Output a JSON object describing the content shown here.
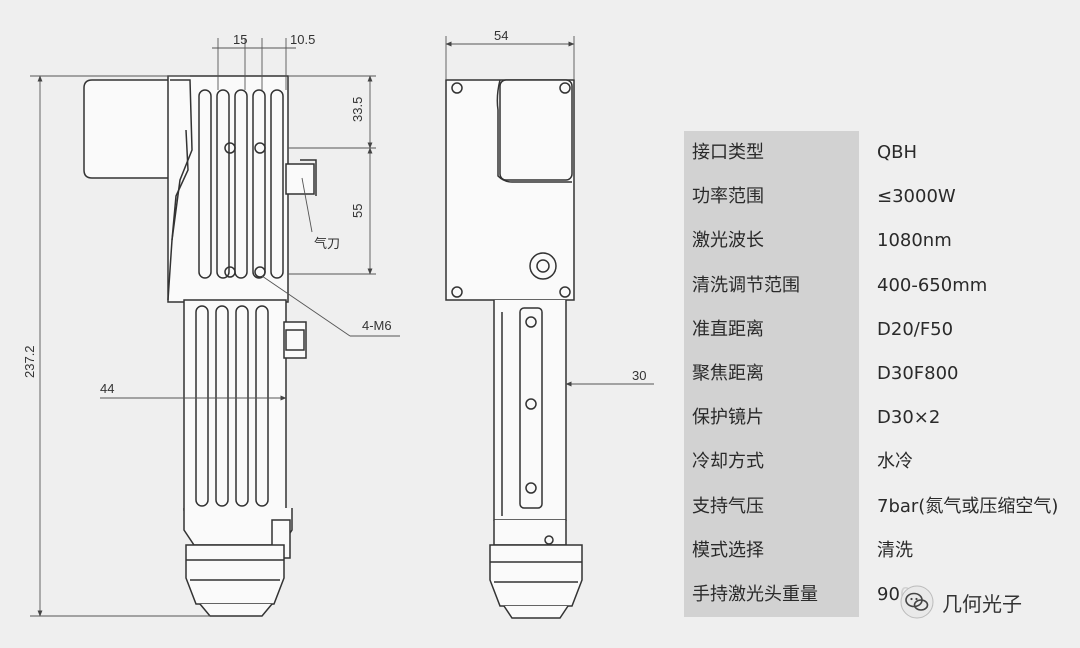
{
  "dimensions": {
    "top_left": "15",
    "top_right": "10.5",
    "side_upper": "33.5",
    "side_lower": "55",
    "overall_height": "237.2",
    "body_width": "44",
    "side_width": "54",
    "grip_offset": "30"
  },
  "callouts": {
    "air_knife": "气刀",
    "threads": "4-M6"
  },
  "specs": [
    {
      "label": "接口类型",
      "value": "QBH"
    },
    {
      "label": "功率范围",
      "value": "≤3000W"
    },
    {
      "label": "激光波长",
      "value": "1080nm"
    },
    {
      "label": "清洗调节范围",
      "value": "400-650mm"
    },
    {
      "label": "准直距离",
      "value": "D20/F50"
    },
    {
      "label": "聚焦距离",
      "value": "D30F800"
    },
    {
      "label": "保护镜片",
      "value": "D30×2"
    },
    {
      "label": "冷却方式",
      "value": "水冷"
    },
    {
      "label": "支持气压",
      "value": "7bar(氮气或压缩空气)"
    },
    {
      "label": "模式选择",
      "value": "清洗"
    },
    {
      "label": "手持激光头重量",
      "value": "900"
    }
  ],
  "watermark": {
    "icon": "wechat-icon",
    "text": "几何光子"
  }
}
